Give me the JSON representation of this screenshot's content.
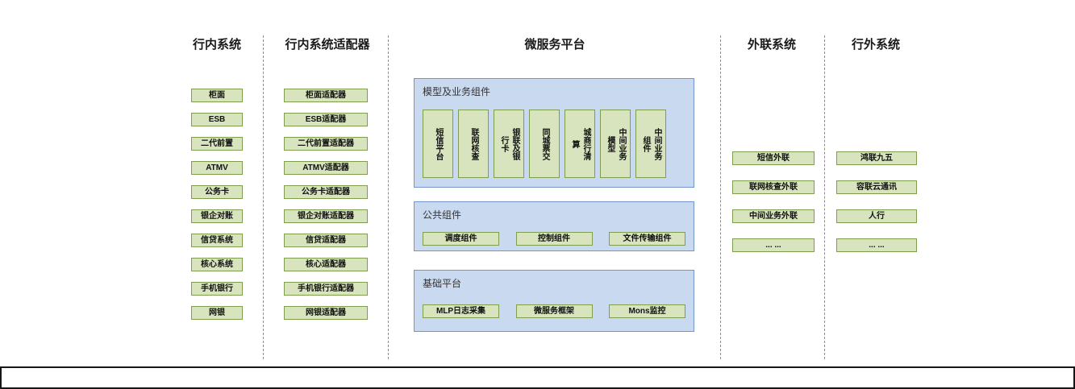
{
  "diagram": {
    "internal": {
      "title": "行内系统",
      "items": [
        "柜面",
        "ESB",
        "二代前置",
        "ATMV",
        "公务卡",
        "银企对账",
        "信贷系统",
        "核心系统",
        "手机银行",
        "网银"
      ]
    },
    "adapters": {
      "title": "行内系统适配器",
      "items": [
        "柜面适配器",
        "ESB适配器",
        "二代前置适配器",
        "ATMV适配器",
        "公务卡适配器",
        "银企对账适配器",
        "信贷适配器",
        "核心适配器",
        "手机银行适配器",
        "网银适配器"
      ]
    },
    "platform": {
      "title": "微服务平台",
      "model_section": {
        "title": "模型及业务组件",
        "items": [
          "短信平台",
          "联网核查",
          "银联及银行卡",
          "同城票交",
          "城商行清算",
          "中间业务模型",
          "中间业务组件"
        ]
      },
      "common_section": {
        "title": "公共组件",
        "items": [
          "调度组件",
          "控制组件",
          "文件传输组件"
        ]
      },
      "base_section": {
        "title": "基础平台",
        "items": [
          "MLP日志采集",
          "微服务框架",
          "Mons监控"
        ]
      }
    },
    "external_link": {
      "title": "外联系统",
      "items": [
        "短信外联",
        "联网核查外联",
        "中间业务外联",
        "... ..."
      ]
    },
    "outside": {
      "title": "行外系统",
      "items": [
        "鸿联九五",
        "容联云通讯",
        "人行",
        "... ..."
      ]
    },
    "colors": {
      "node_fill": "#d7e4bd",
      "node_border": "#7e9d4e",
      "section_fill": "#c9d9ef",
      "section_border": "#7396c8"
    }
  }
}
